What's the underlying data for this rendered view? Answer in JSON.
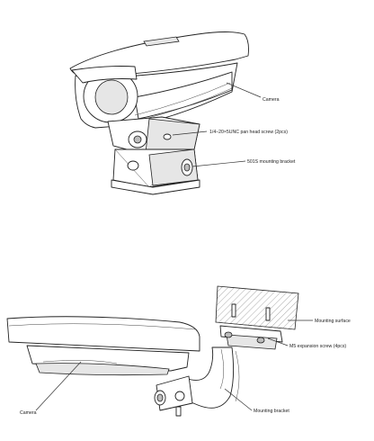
{
  "figure_top": {
    "labels": {
      "camera": "Camera",
      "screw": "1/4–20×5UNC pan head screw (2pcs)",
      "bracket": "501S mounting bracket"
    }
  },
  "figure_bottom": {
    "labels": {
      "surface": "Mounting surface",
      "expansion": "M5 expansion screw (4pcs)",
      "camera": "Camera",
      "bracket": "Mounting bracket"
    }
  }
}
